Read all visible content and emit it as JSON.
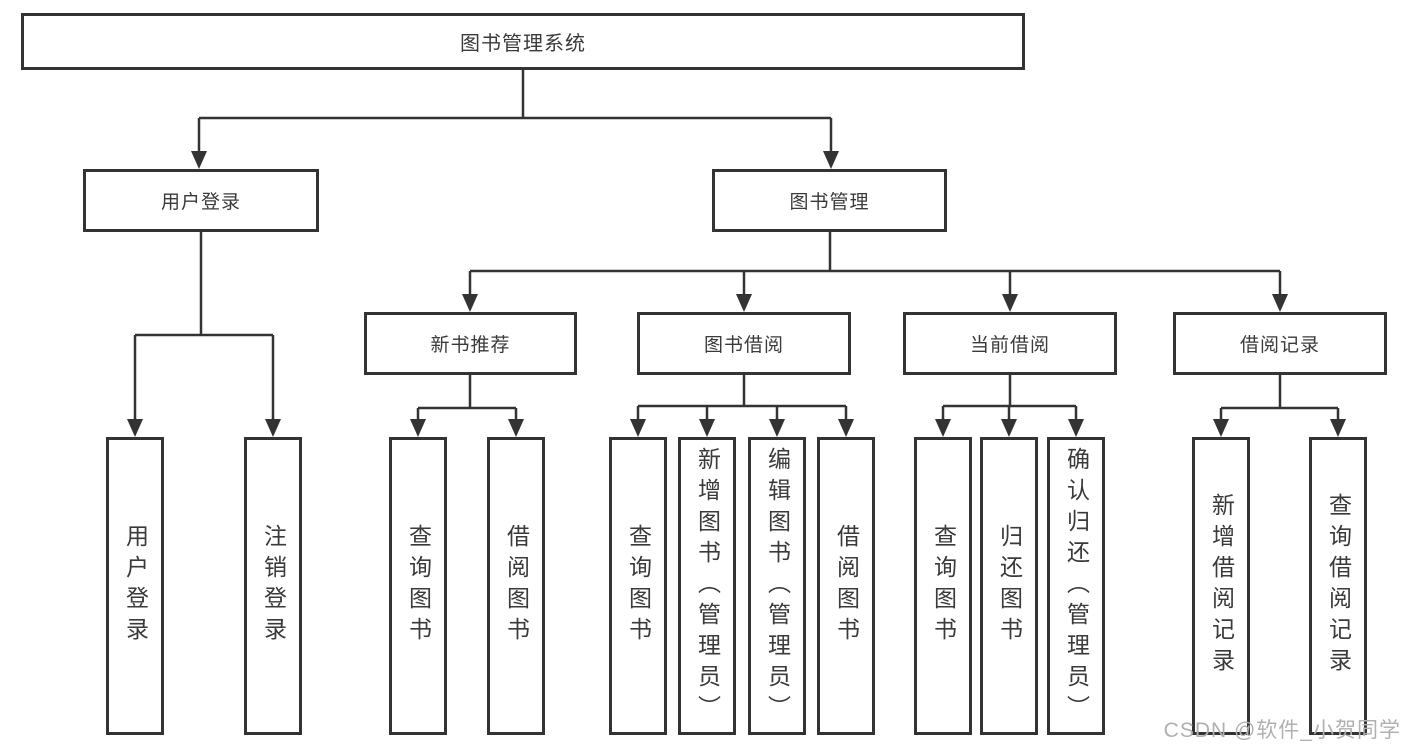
{
  "diagram": {
    "root": {
      "label": "图书管理系统"
    },
    "level2": [
      {
        "label": "用户登录"
      },
      {
        "label": "图书管理"
      }
    ],
    "level3": [
      {
        "label": "新书推荐"
      },
      {
        "label": "图书借阅"
      },
      {
        "label": "当前借阅"
      },
      {
        "label": "借阅记录"
      }
    ],
    "leaves": {
      "user_login": [
        {
          "label": "用户登录"
        },
        {
          "label": "注销登录"
        }
      ],
      "new_book": [
        {
          "label": "查询图书"
        },
        {
          "label": "借阅图书"
        }
      ],
      "book_borrow": [
        {
          "label": "查询图书"
        },
        {
          "label": "新增图书（管理员）"
        },
        {
          "label": "编辑图书（管理员）"
        },
        {
          "label": "借阅图书"
        }
      ],
      "current_borrow": [
        {
          "label": "查询图书"
        },
        {
          "label": "归还图书"
        },
        {
          "label": "确认归还（管理员）"
        }
      ],
      "borrow_record": [
        {
          "label": "新增借阅记录"
        },
        {
          "label": "查询借阅记录"
        }
      ]
    },
    "watermark": "CSDN @软件_小贺同学",
    "colors": {
      "line": "#333333",
      "text": "#3a3a3a",
      "watermark": "#b0b0b0",
      "background": "#ffffff"
    }
  }
}
